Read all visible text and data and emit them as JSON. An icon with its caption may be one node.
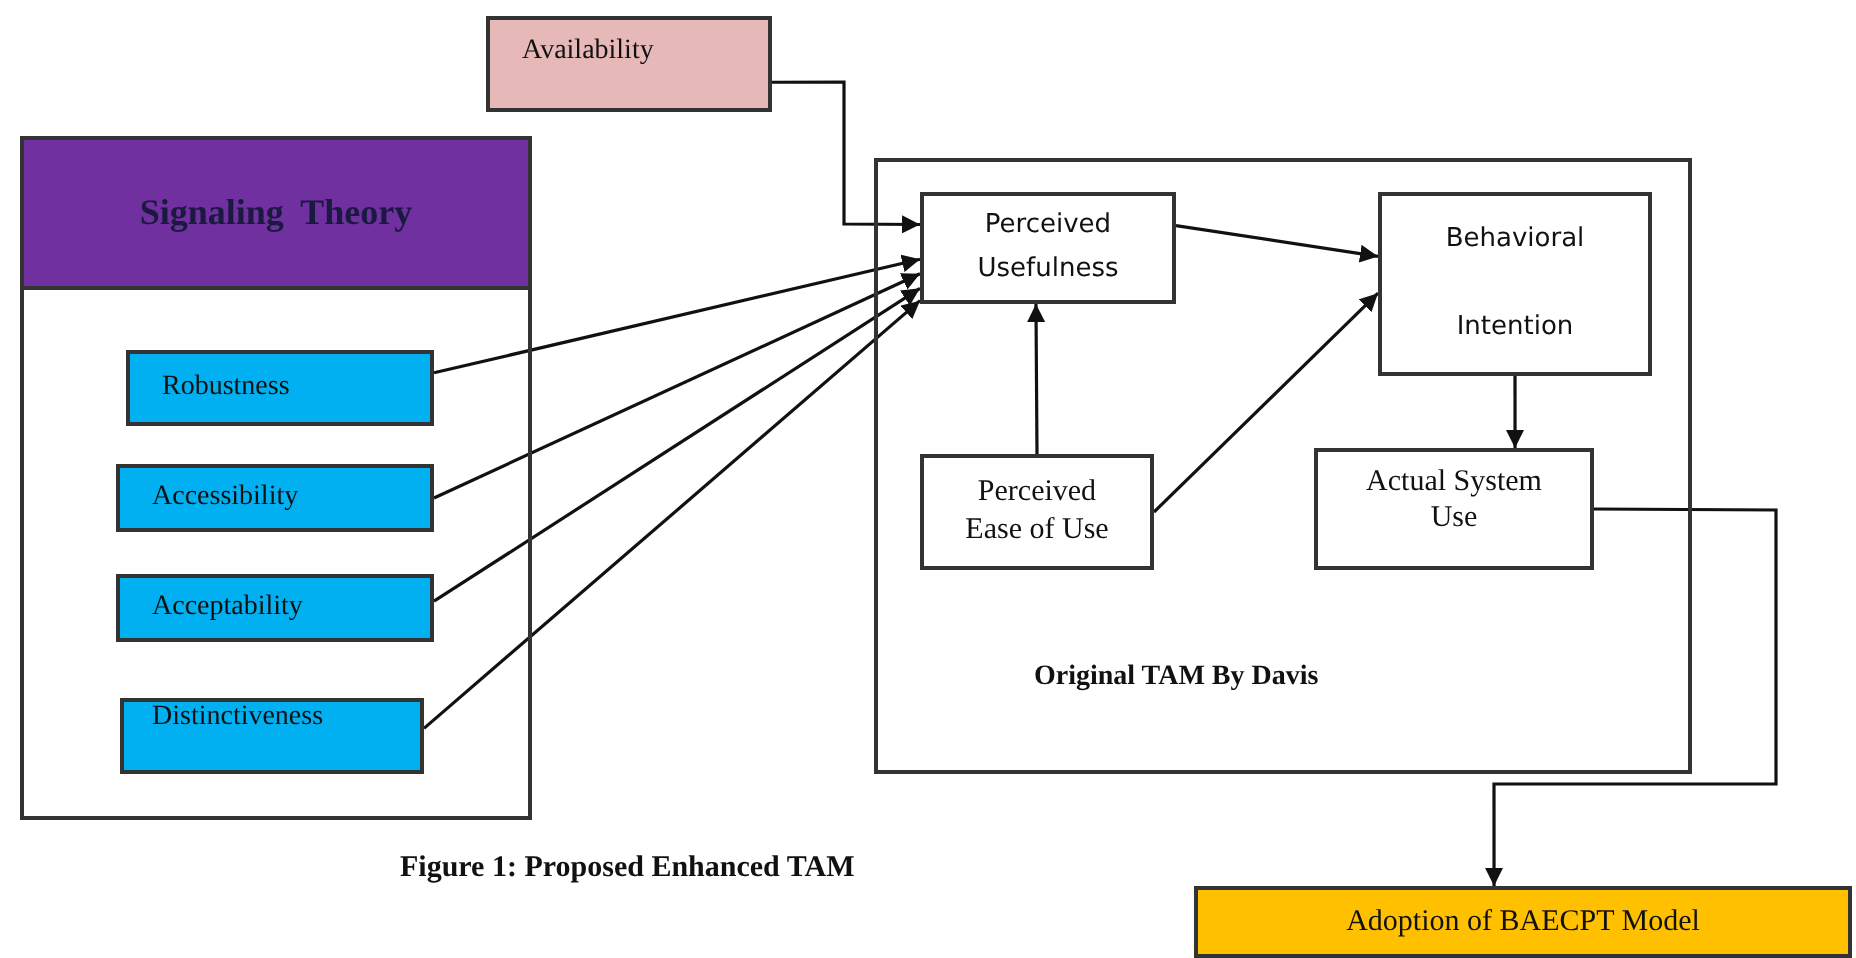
{
  "diagram": {
    "caption": "Figure 1: Proposed Enhanced TAM",
    "nodes": [
      {
        "text": [
          "Availability"
        ]
      },
      {
        "text": [
          "Signaling Theory"
        ]
      },
      {
        "text": [
          "Robustness"
        ],
        "in": 1
      },
      {
        "text": [
          "Accessibility"
        ],
        "in": 1
      },
      {
        "text": [
          "Acceptability"
        ],
        "in": 1
      },
      {
        "text": [
          "Distinctiveness"
        ],
        "in": 1
      },
      {
        "text": [
          "Original TAM By Davis"
        ]
      },
      {
        "text": [
          "Perceived Usefulness"
        ],
        "in": 6
      },
      {
        "text": [
          "Behavioral Intention"
        ],
        "in": 6
      },
      {
        "text": [
          "Perceived Ease of Use"
        ],
        "in": 6
      },
      {
        "text": [
          "Actual System Use"
        ],
        "in": 6
      },
      {
        "text": [
          "Adoption of BAECPT Model"
        ]
      }
    ],
    "edges": [
      {
        "from": 0,
        "to": 7,
        "arrow": "to"
      },
      {
        "from": 2,
        "to": 7,
        "arrow": "to"
      },
      {
        "from": 3,
        "to": 7,
        "arrow": "to"
      },
      {
        "from": 4,
        "to": 7,
        "arrow": "to"
      },
      {
        "from": 5,
        "to": 7,
        "arrow": "to"
      },
      {
        "from": 7,
        "to": 8,
        "arrow": "to"
      },
      {
        "from": 9,
        "to": 7,
        "arrow": "to"
      },
      {
        "from": 9,
        "to": 8,
        "arrow": "to"
      },
      {
        "from": 8,
        "to": 10,
        "arrow": "to"
      },
      {
        "from": 10,
        "to": 11,
        "arrow": "to"
      }
    ]
  }
}
